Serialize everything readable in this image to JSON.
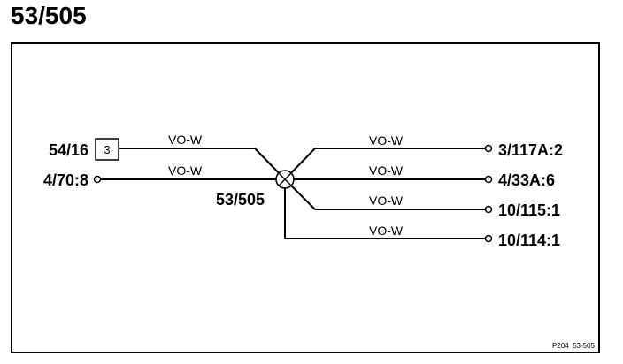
{
  "title": "53/505",
  "splice": {
    "label": "53/505"
  },
  "left": {
    "connector_a": {
      "label": "54/16",
      "pin": "3",
      "wire": "VO-W"
    },
    "connector_b": {
      "label": "4/70:8",
      "wire": "VO-W"
    }
  },
  "right": [
    {
      "label": "3/117A:2",
      "wire": "VO-W"
    },
    {
      "label": "4/33A:6",
      "wire": "VO-W"
    },
    {
      "label": "10/115:1",
      "wire": "VO-W"
    },
    {
      "label": "10/114:1",
      "wire": "VO-W"
    }
  ],
  "reference": "P204  53-505"
}
